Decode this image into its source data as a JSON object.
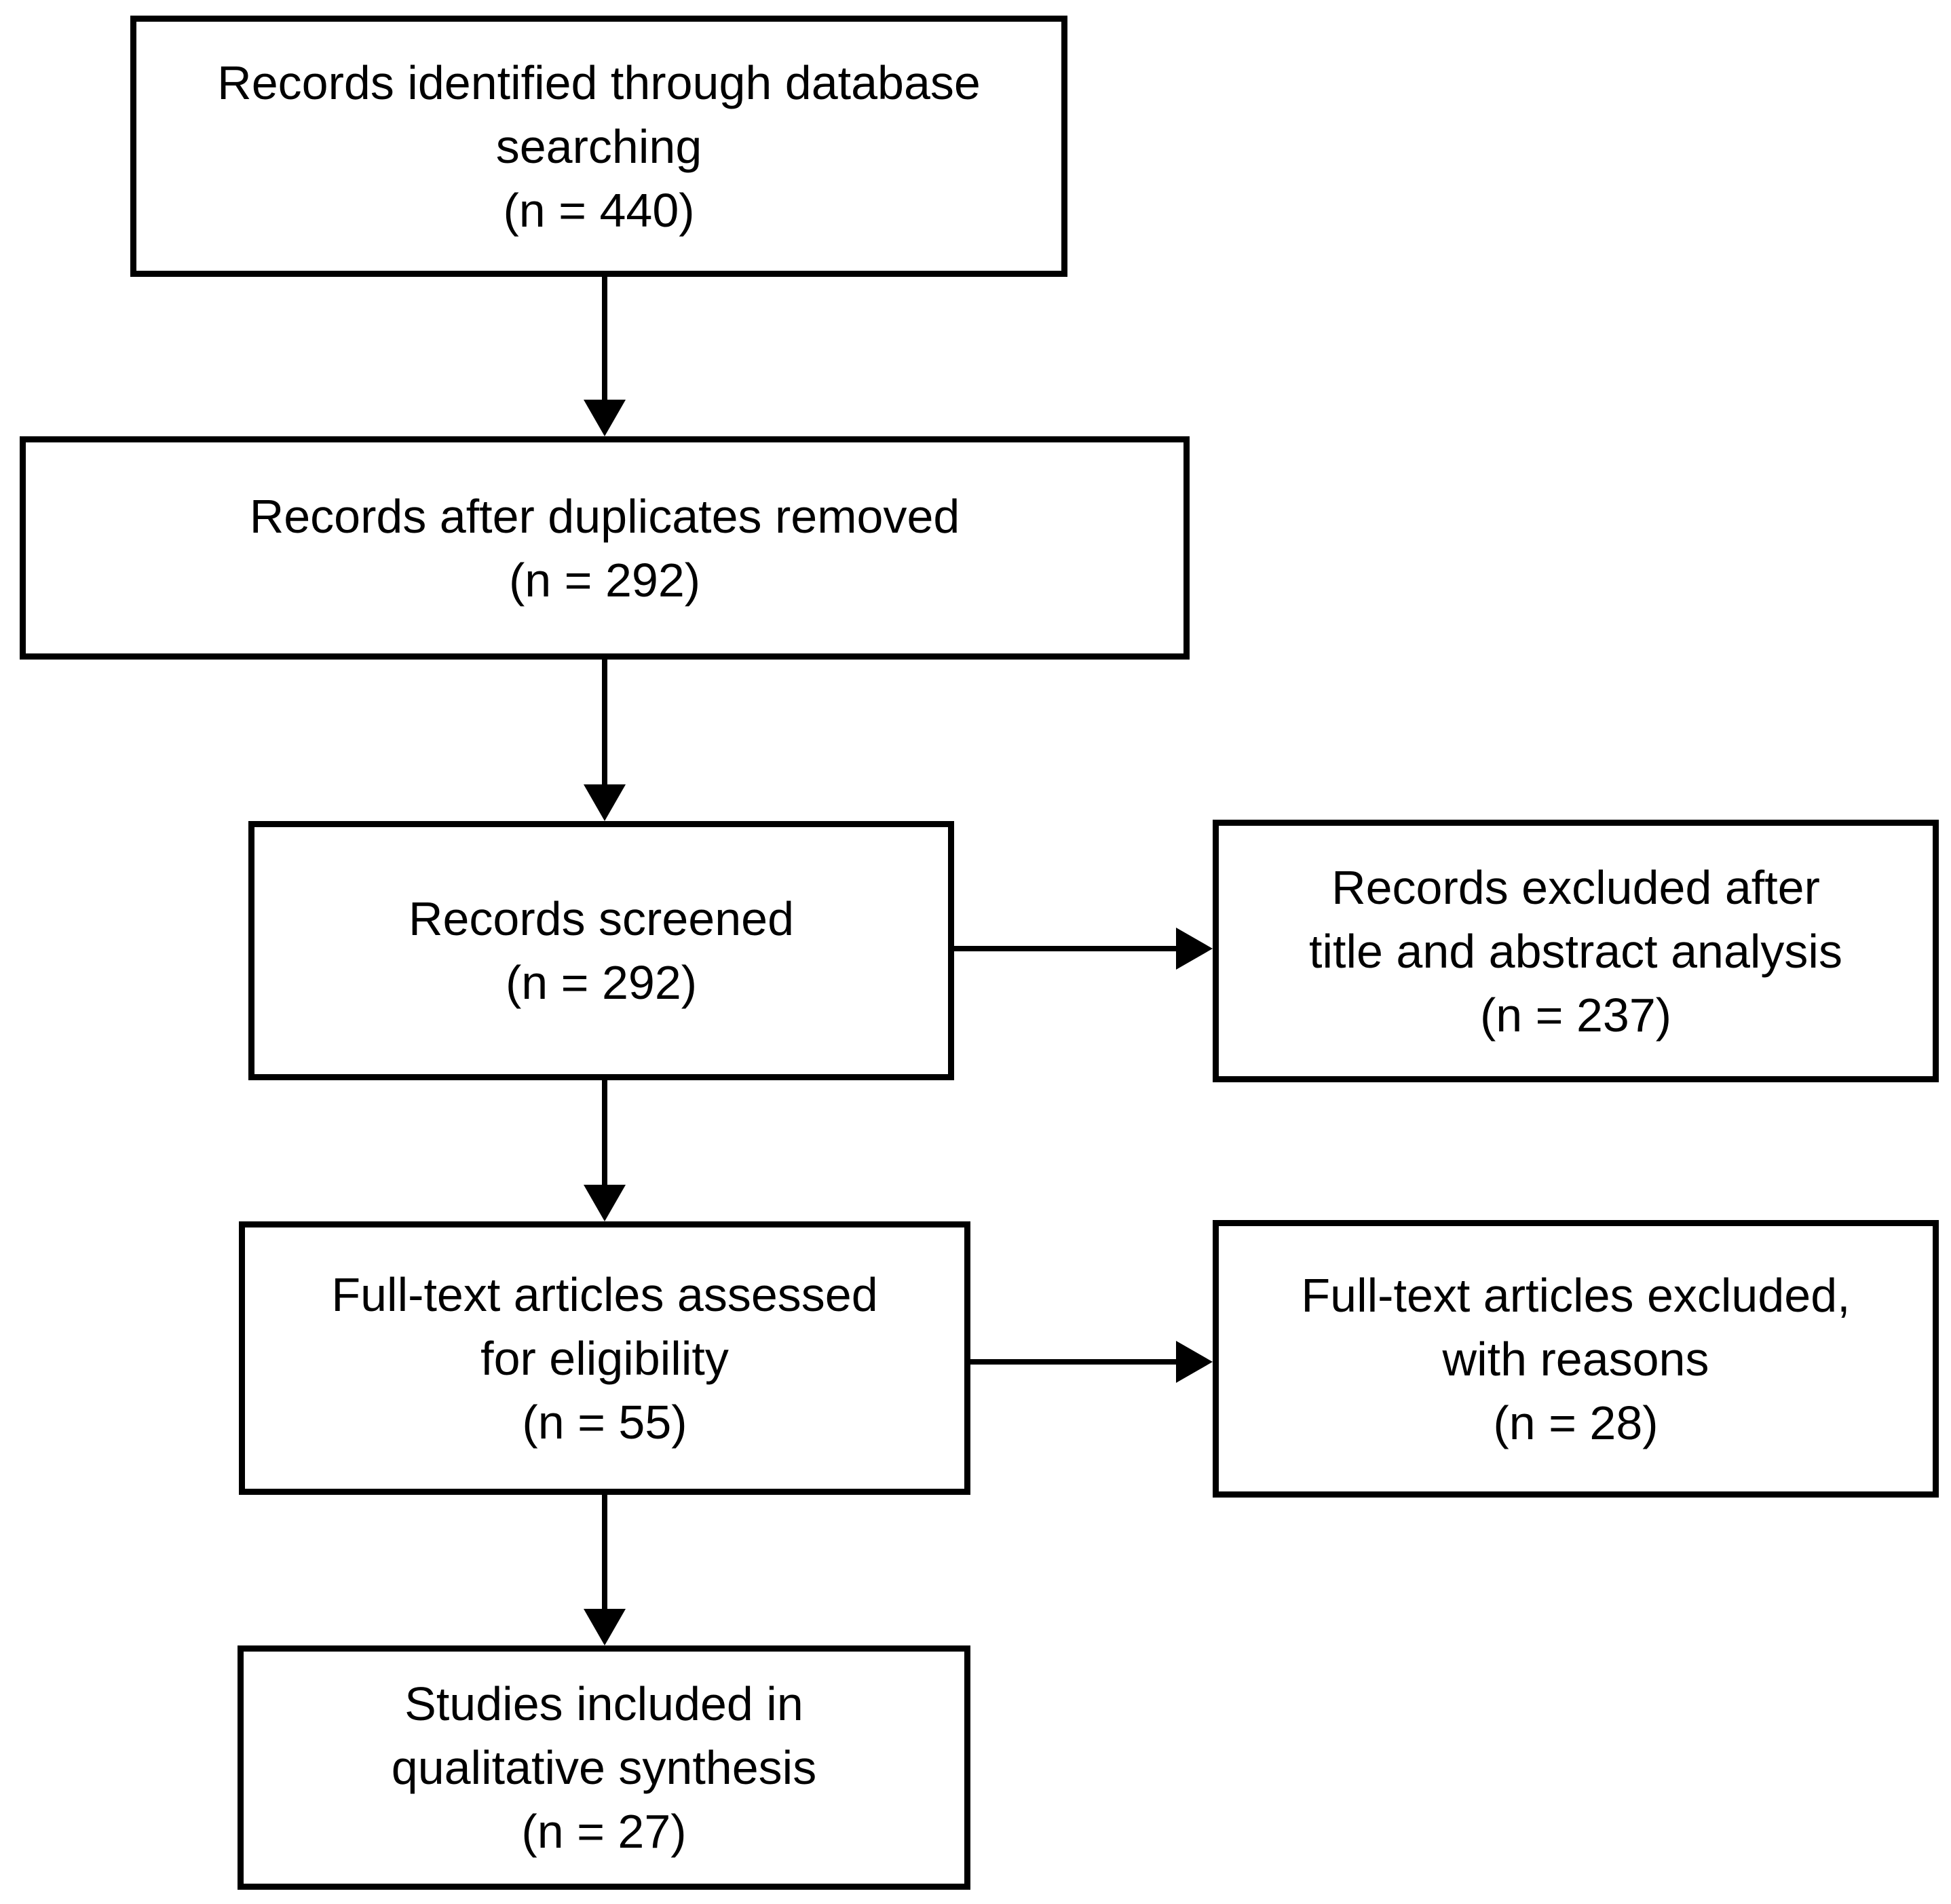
{
  "colors": {
    "line": "#000000",
    "background": "#ffffff",
    "text": "#000000"
  },
  "boxes": {
    "identified": {
      "label": "Records identified through database\nsearching",
      "count": "(n = 440)"
    },
    "duplicates_removed": {
      "label": "Records after duplicates removed",
      "count": "(n = 292)"
    },
    "screened": {
      "label": "Records screened",
      "count": "(n = 292)"
    },
    "excluded_title_abstract": {
      "label": "Records excluded after\ntitle and abstract analysis",
      "count": "(n = 237)"
    },
    "fulltext_assessed": {
      "label": "Full-text articles assessed\nfor eligibility",
      "count": "(n = 55)"
    },
    "fulltext_excluded": {
      "label": "Full-text articles excluded,\nwith reasons",
      "count": "(n = 28)"
    },
    "included_qualitative": {
      "label": "Studies included in\nqualitative synthesis",
      "count": "(n = 27)"
    }
  }
}
